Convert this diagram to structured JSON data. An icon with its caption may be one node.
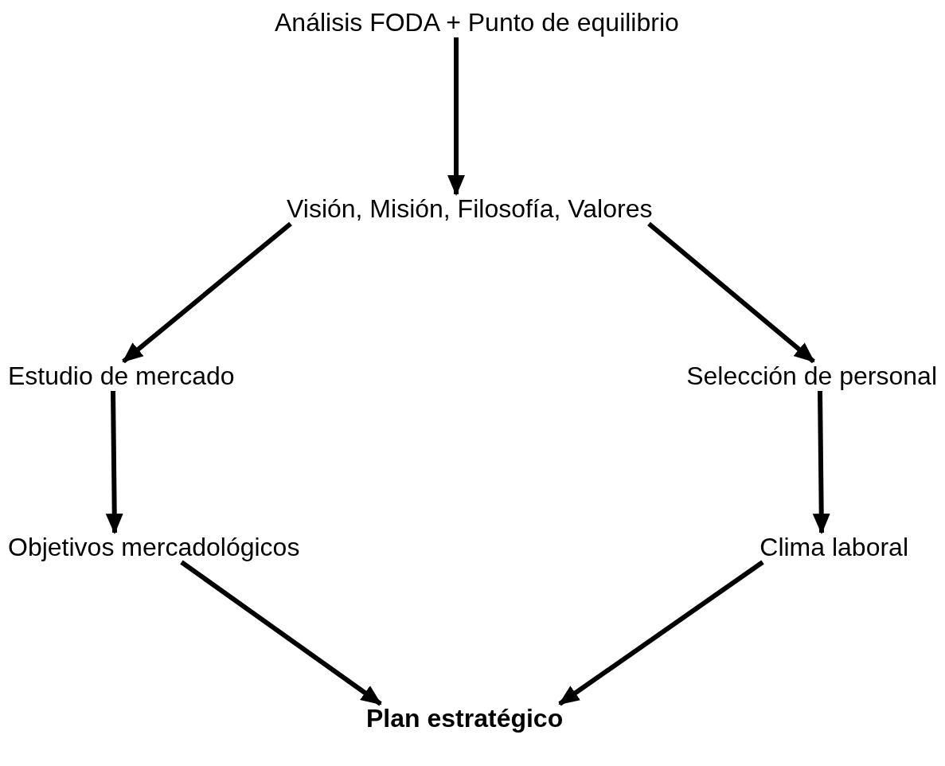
{
  "diagram": {
    "nodes": [
      {
        "text": [
          "Análisis FODA + Punto de equilibrio"
        ]
      },
      {
        "text": [
          "Visión, Misión, Filosofía, Valores"
        ]
      },
      {
        "text": [
          "Estudio de mercado"
        ]
      },
      {
        "text": [
          "Selección de personal"
        ]
      },
      {
        "text": [
          "Objetivos mercadológicos"
        ]
      },
      {
        "text": [
          "Clima laboral"
        ]
      },
      {
        "text": [
          "Plan estratégico"
        ]
      }
    ],
    "edges": [
      {
        "from": 0,
        "to": 1,
        "arrow": "to"
      },
      {
        "from": 1,
        "to": 2,
        "arrow": "to"
      },
      {
        "from": 1,
        "to": 3,
        "arrow": "to"
      },
      {
        "from": 2,
        "to": 4,
        "arrow": "to"
      },
      {
        "from": 3,
        "to": 5,
        "arrow": "to"
      },
      {
        "from": 4,
        "to": 6,
        "arrow": "to"
      },
      {
        "from": 5,
        "to": 6,
        "arrow": "to"
      }
    ]
  }
}
